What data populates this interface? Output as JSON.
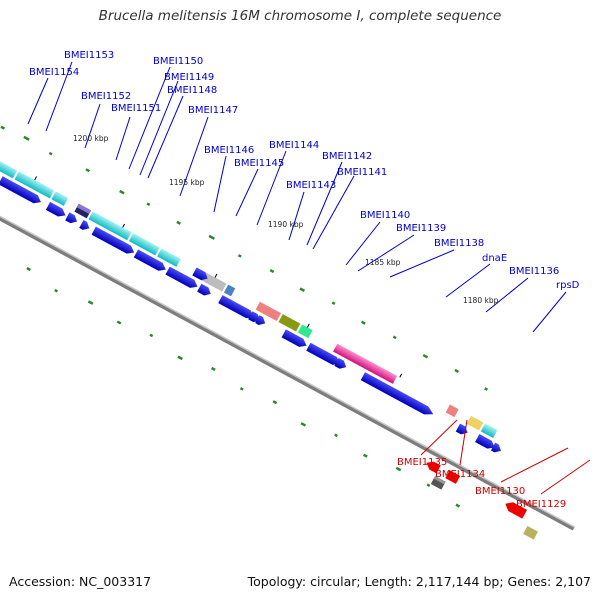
{
  "header": {
    "title": "Brucella melitensis 16M chromosome I, complete sequence"
  },
  "footer": {
    "accession": "Accession: NC_003317",
    "stats": "Topology: circular; Length: 2,117,144 bp; Genes: 2,107"
  },
  "ticks": [
    "1200 kbp",
    "1195 kbp",
    "1190 kbp",
    "1185 kbp",
    "1180 kbp"
  ],
  "colors": {
    "label_forward": "#0000cc",
    "label_reverse": "#cc0000",
    "backbone": "#808080",
    "cds_forward": "#0000e0",
    "cds_reverse": "#ee0000",
    "cog_cyan": "#22d3d8",
    "cog_magenta": "#ee2b9a",
    "cog_gray": "#bbbbbb",
    "tick": "#2a8a2a"
  },
  "labels_forward": [
    "BMEI1153",
    "BMEI1154",
    "BMEI1150",
    "BMEI1149",
    "BMEI1148",
    "BMEI1152",
    "BMEI1151",
    "BMEI1147",
    "BMEI1146",
    "BMEI1145",
    "BMEI1144",
    "BMEI1142",
    "BMEI1141",
    "BMEI1143",
    "BMEI1140",
    "BMEI1139",
    "BMEI1138",
    "dnaE",
    "BMEI1136",
    "rpsD"
  ],
  "labels_reverse": [
    "BMEI1135",
    "BMEI1134",
    "BMEI1130",
    "BMEI1129"
  ]
}
